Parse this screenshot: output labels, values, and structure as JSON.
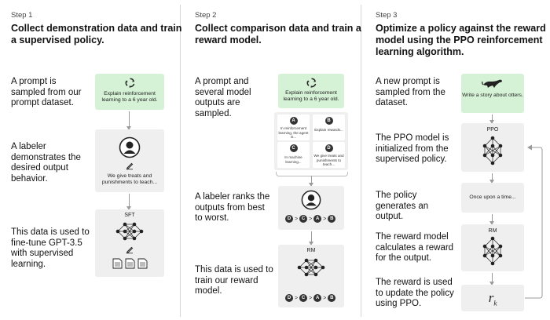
{
  "step1": {
    "step_label": "Step 1",
    "title": "Collect demonstration data and train a supervised policy.",
    "desc1": "A prompt is sampled from our prompt dataset.",
    "prompt_text": "Explain reinforcement learning to a 6 year old.",
    "desc2": "A labeler demonstrates the desired output behavior.",
    "demo_text": "We give treats and punishments to teach...",
    "desc3": "This data is used to fine-tune GPT-3.5 with supervised learning.",
    "model_label": "SFT"
  },
  "step2": {
    "step_label": "Step 2",
    "title": "Collect comparison data and train a reward model.",
    "desc1": "A prompt and several model outputs are sampled.",
    "prompt_text": "Explain reinforcement learning to a 6 year old.",
    "outputs": [
      {
        "letter": "A",
        "text": "In reinforcement learning, the agent is..."
      },
      {
        "letter": "B",
        "text": "Explain rewards..."
      },
      {
        "letter": "C",
        "text": "In machine learning..."
      },
      {
        "letter": "D",
        "text": "We give treats and punishments to teach..."
      }
    ],
    "desc2": "A labeler ranks the outputs from best to worst.",
    "ranking": [
      "D",
      ">",
      "C",
      ">",
      "A",
      ">",
      "B"
    ],
    "desc3": "This data is used to train our reward model.",
    "model_label": "RM"
  },
  "step3": {
    "step_label": "Step 3",
    "title": "Optimize a policy against the reward model using the PPO reinforcement learning algorithm.",
    "desc1": "A new prompt is sampled from the dataset.",
    "prompt_text": "Write a story about otters.",
    "desc2": "The PPO model is initialized from the supervised policy.",
    "ppo_label": "PPO",
    "desc3": "The policy generates an output.",
    "output_text": "Once upon a time...",
    "desc4": "The reward model calculates a reward for the output.",
    "rm_label": "RM",
    "desc5": "The reward is used to update the policy using PPO.",
    "reward_symbol": "r",
    "reward_sub": "k"
  },
  "icons": [
    "recycle-icon",
    "person-icon",
    "pencil-icon",
    "neural-network-icon",
    "document-icon",
    "otter-icon"
  ]
}
